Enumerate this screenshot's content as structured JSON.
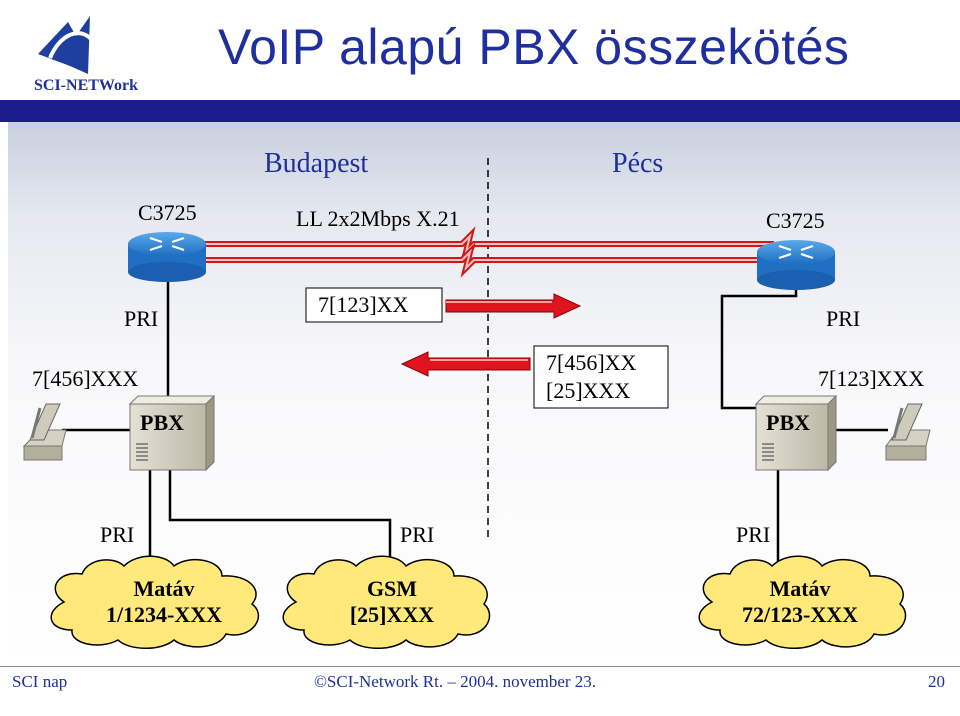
{
  "slide": {
    "title": "VoIP alapú PBX összekötés",
    "logo_text": "SCI-NETWork"
  },
  "sites": {
    "left": "Budapest",
    "right": "Pécs"
  },
  "routers": {
    "left": "C3725",
    "right": "C3725"
  },
  "link_label": "LL 2x2Mbps X.21",
  "pri_labels": {
    "left_router": "PRI",
    "right_router": "PRI",
    "matav_left": "PRI",
    "gsm": "PRI",
    "matav_right": "PRI"
  },
  "routes": {
    "to_pecs": "7[123]XX",
    "to_budapest_line1": "7[456]XX",
    "to_budapest_line2": "[25]XXX"
  },
  "extensions": {
    "left": "7[456]XXX",
    "right": "7[123]XXX"
  },
  "pbx": {
    "left": "PBX",
    "right": "PBX"
  },
  "clouds": [
    {
      "line1": "Matáv",
      "line2": "1/1234-XXX"
    },
    {
      "line1": "GSM",
      "line2": "[25]XXX"
    },
    {
      "line1": "Matáv",
      "line2": "72/123-XXX"
    }
  ],
  "footer": {
    "left": "SCI nap",
    "center": "©SCI-Network Rt. – 2004. november 23.",
    "page": "20"
  },
  "colors": {
    "title": "#1f2f9e",
    "title_bar": "#1c1c8c",
    "arrow": "#e0141e",
    "router": "#2a7fd0",
    "cloud": "#ffe97a"
  }
}
